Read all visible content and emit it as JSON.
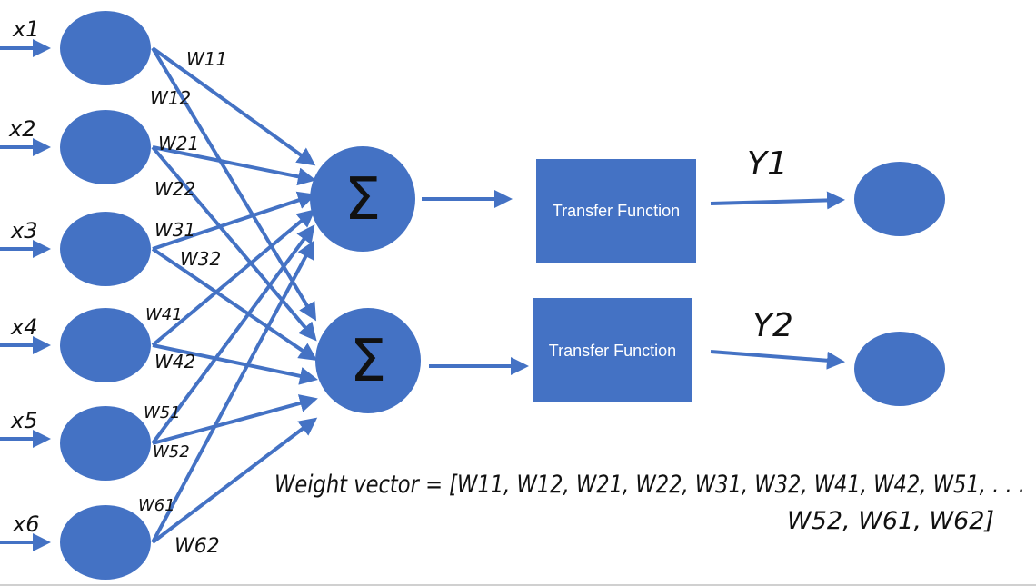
{
  "colors": {
    "node": "#4472C4",
    "arrow": "#4472C4",
    "ink": "#111111",
    "background": "#ffffff"
  },
  "inputs": [
    {
      "label": "x1"
    },
    {
      "label": "x2"
    },
    {
      "label": "x3"
    },
    {
      "label": "x4"
    },
    {
      "label": "x5"
    },
    {
      "label": "x6"
    }
  ],
  "summation": [
    {
      "symbol": "Σ"
    },
    {
      "symbol": "Σ"
    }
  ],
  "transfer_boxes": [
    {
      "label": "Transfer Function"
    },
    {
      "label": "Transfer Function"
    }
  ],
  "outputs": [
    {
      "label": "Y1"
    },
    {
      "label": "Y2"
    }
  ],
  "weights": [
    "W11",
    "W12",
    "W21",
    "W22",
    "W31",
    "W32",
    "W41",
    "W42",
    "W51",
    "W52",
    "W61",
    "W62"
  ],
  "weight_vector": {
    "line1": "Weight vector = [W11, W12, W21, W22, W31, W32, W41, W42, W51, . . .",
    "line2": "W52, W61, W62]"
  }
}
